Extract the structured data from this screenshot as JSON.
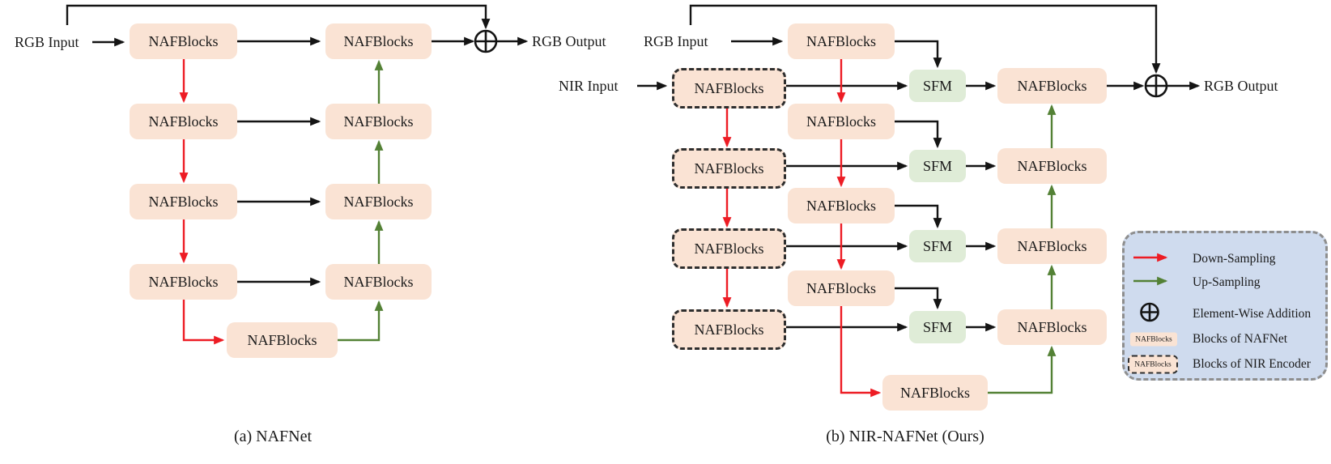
{
  "diagram_a": {
    "caption": "(a) NAFNet",
    "rgb_input_label": "RGB Input",
    "rgb_output_label": "RGB Output",
    "add_symbol": "⊕",
    "encoder_blocks": [
      "NAFBlocks",
      "NAFBlocks",
      "NAFBlocks",
      "NAFBlocks"
    ],
    "decoder_blocks": [
      "NAFBlocks",
      "NAFBlocks",
      "NAFBlocks",
      "NAFBlocks"
    ],
    "bottleneck_block": "NAFBlocks"
  },
  "diagram_b": {
    "caption": "(b) NIR-NAFNet (Ours)",
    "rgb_input_label": "RGB Input",
    "nir_input_label": "NIR Input",
    "rgb_output_label": "RGB Output",
    "add_symbol": "⊕",
    "rgb_encoder_blocks": [
      "NAFBlocks",
      "NAFBlocks",
      "NAFBlocks",
      "NAFBlocks"
    ],
    "nir_encoder_blocks": [
      "NAFBlocks",
      "NAFBlocks",
      "NAFBlocks",
      "NAFBlocks"
    ],
    "fusion_blocks": [
      "SFM",
      "SFM",
      "SFM",
      "SFM"
    ],
    "decoder_blocks": [
      "NAFBlocks",
      "NAFBlocks",
      "NAFBlocks",
      "NAFBlocks"
    ],
    "bottleneck_block": "NAFBlocks"
  },
  "legend": {
    "items": [
      {
        "icon": "down-sampling-arrow-icon",
        "label": "Down-Sampling"
      },
      {
        "icon": "up-sampling-arrow-icon",
        "label": "Up-Sampling"
      },
      {
        "icon": "element-wise-addition-icon",
        "label": "Element-Wise Addition"
      },
      {
        "icon": "nafnet-block-chip",
        "label": "Blocks of NAFNet",
        "chip_text": "NAFBlocks"
      },
      {
        "icon": "nir-encoder-block-chip",
        "label": "Blocks of NIR Encoder",
        "chip_text": "NAFBlocks"
      }
    ]
  },
  "colors": {
    "block_fill": "#fae3d4",
    "sfm_fill": "#dfecd7",
    "legend_fill": "#cfdbee",
    "down_sampling_red": "#ed1c24",
    "up_sampling_green": "#538135",
    "line_black": "#141414"
  }
}
